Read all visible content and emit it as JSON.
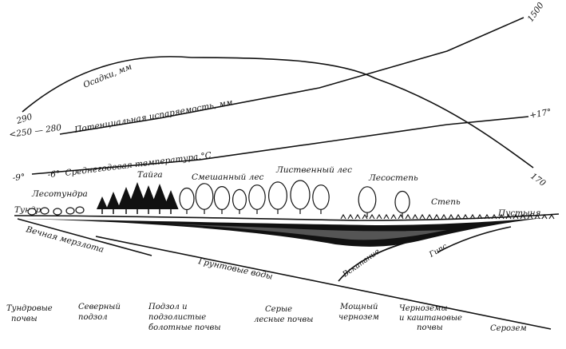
{
  "curves": {
    "precipitation": {
      "label": "Осадки, мм",
      "start_value": "290",
      "end_value": "170"
    },
    "evaporation": {
      "label": "Потенциальная испаряемость, мм",
      "start_value": "<250 — 280",
      "end_value": "1500"
    },
    "temperature": {
      "label": "Среднегодовая температура,°С",
      "start_value": "-9°",
      "mid_value": "-6°",
      "end_value": "+17°"
    }
  },
  "zones": {
    "tundra": "Тундра",
    "forest_tundra": "Лесотундра",
    "taiga": "Тайга",
    "mixed_forest": "Смешанный лес",
    "deciduous_forest": "Лиственный лес",
    "forest_steppe": "Лесостепь",
    "steppe": "Степь",
    "desert": "Пустыня"
  },
  "underground": {
    "permafrost": "Вечная мерзлота",
    "groundwater": "Грунтовые воды",
    "carbonate": "Вскипание",
    "gypsum": "Гипс"
  },
  "soils": [
    [
      "Тундровые",
      "почвы"
    ],
    [
      "Северный",
      "подзол"
    ],
    [
      "Подзол и",
      "подзолистые",
      "болотные почвы"
    ],
    [
      "Серые",
      "лесные почвы"
    ],
    [
      "Мощный",
      "чернозем"
    ],
    [
      "Черноземы",
      "и каштановые",
      "почвы"
    ],
    [
      "Серозем"
    ]
  ]
}
